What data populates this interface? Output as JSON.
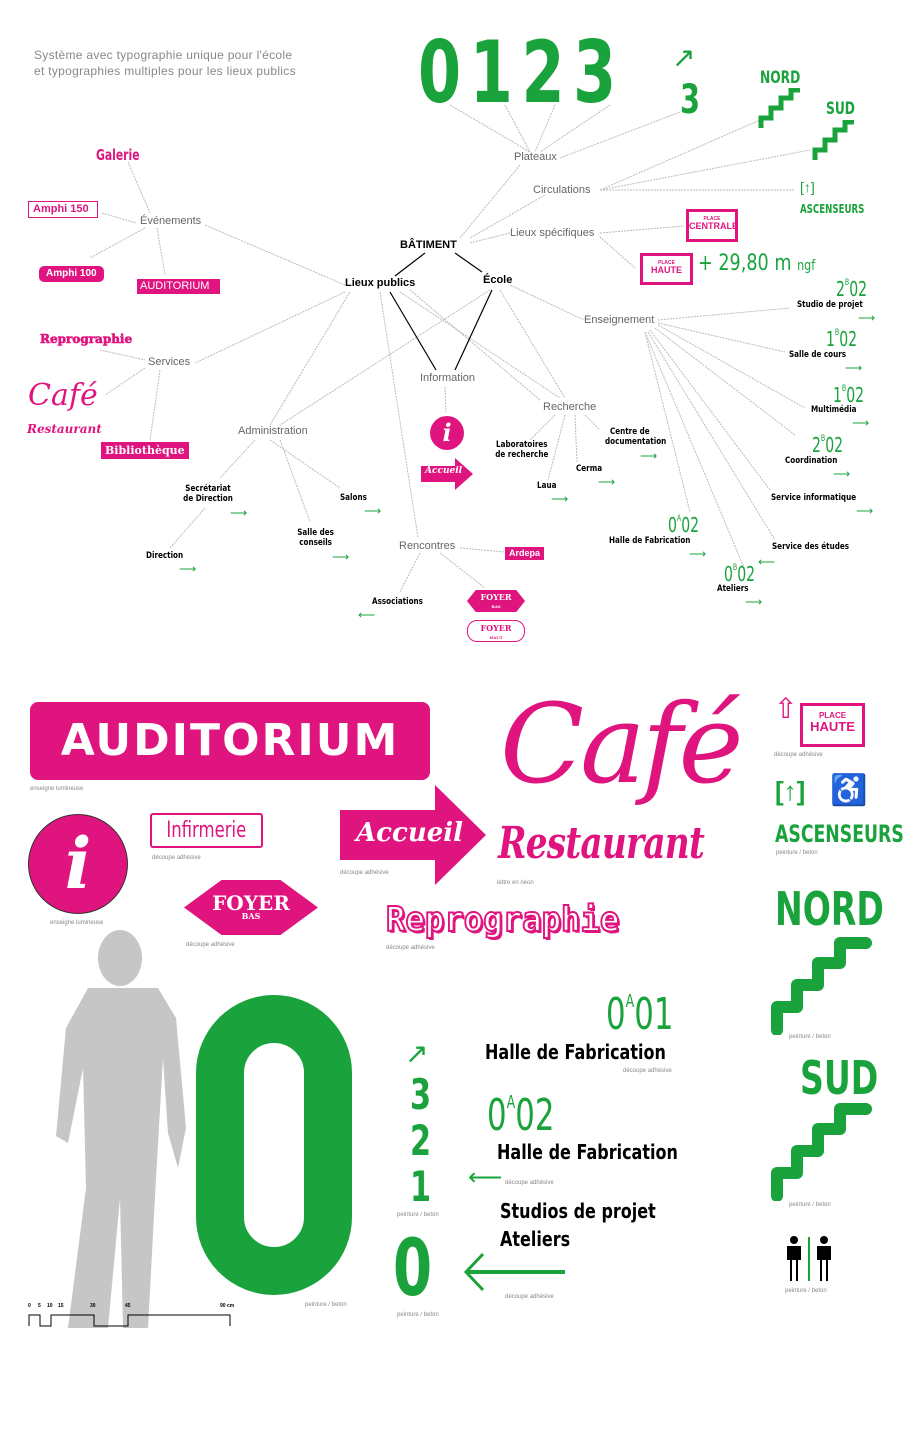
{
  "intro": {
    "line1": "Système avec typographie unique pour l'école",
    "line2": "et typographies multiples pour les lieux publics"
  },
  "colors": {
    "pink": "#e0147f",
    "green": "#1aa33c",
    "gray": "#c8c8c8"
  },
  "top": {
    "digits": "0123",
    "arrow": "↗",
    "digit3": "3",
    "nord": "NORD",
    "sud": "SUD",
    "ascenseurs": "ASCENSEURS",
    "batiment": "BÂTIMENT",
    "lieux_publics": "Lieux publics",
    "ecole": "École",
    "plateaux": "Plateaux",
    "circulations": "Circulations",
    "lieux_specifiques": "Lieux spécifiques",
    "place": "PLACE",
    "centrale": "CENTRALE",
    "haute": "HAUTE",
    "altitude": "+ 29,80 m",
    "ngf": "ngf",
    "enseignement": "Enseignement",
    "information": "Information",
    "accueil": "Accueil",
    "i": "i",
    "recherche": "Recherche",
    "labos": "Laboratoires de recherche",
    "centre_doc": "Centre de documentation",
    "cerma": "Cerma",
    "laua": "Laua",
    "administration": "Administration",
    "secretariat": "Secrétariat de Direction",
    "salons": "Salons",
    "salle_conseils": "Salle des conseils",
    "direction": "Direction",
    "rencontres": "Rencontres",
    "ardepa": "Ardepa",
    "associations": "Associations",
    "foyer": "FOYER",
    "bas": "BAS",
    "haut": "HAUT",
    "galerie": "Galerie",
    "evenements": "Événements",
    "amphi150": "Amphi 150",
    "amphi100": "Amphi 100",
    "auditorium": "AUDITORIUM",
    "services": "Services",
    "reprographie": "Reprographie",
    "cafe": "Café",
    "restaurant": "Restaurant",
    "bibliotheque": "Bibliothèque",
    "rooms": [
      {
        "num": "2",
        "sup": "B",
        "rest": "02",
        "label": "Studio de projet"
      },
      {
        "num": "1",
        "sup": "B",
        "rest": "02",
        "label": "Salle de cours"
      },
      {
        "num": "1",
        "sup": "B",
        "rest": "02",
        "label": "Multimédia"
      },
      {
        "num": "2",
        "sup": "B",
        "rest": "02",
        "label": "Coordination"
      },
      {
        "label": "Service informatique"
      },
      {
        "num": "0",
        "sup": "A",
        "rest": "02",
        "label": "Halle de Fabrication"
      },
      {
        "label": "Service des études"
      },
      {
        "num": "0",
        "sup": "B",
        "rest": "02",
        "label": "Ateliers"
      }
    ],
    "arrow_right": "⟶",
    "arrow_left": "⟵"
  },
  "bottom": {
    "auditorium": "AUDITORIUM",
    "infirmerie": "Infirmerie",
    "accueil": "Accueil",
    "foyer": "FOYER",
    "bas": "BAS",
    "i": "i",
    "cafe": "Café",
    "restaurant": "Restaurant",
    "reprographie": "Reprographie",
    "place": "PLACE",
    "haute": "HAUTE",
    "ascenseurs": "ASCENSEURS",
    "nord": "NORD",
    "sud": "SUD",
    "zero": "0",
    "three": "3",
    "two": "2",
    "one": "1",
    "small_zero": "0",
    "r1": {
      "num": "0",
      "sup": "A",
      "rest": "01",
      "label": "Halle de Fabrication"
    },
    "r2": {
      "num": "0",
      "sup": "A",
      "rest": "02",
      "label": "Halle de Fabrication"
    },
    "studios": "Studios de projet",
    "ateliers": "Ateliers",
    "captions": {
      "lum": "enseigne lumineuse",
      "adh": "découpe adhésive",
      "neon": "lettre en néon",
      "beton": "peinture / beton"
    },
    "scale": [
      "0",
      "5",
      "10",
      "15",
      "30",
      "45",
      "90 cm"
    ]
  }
}
